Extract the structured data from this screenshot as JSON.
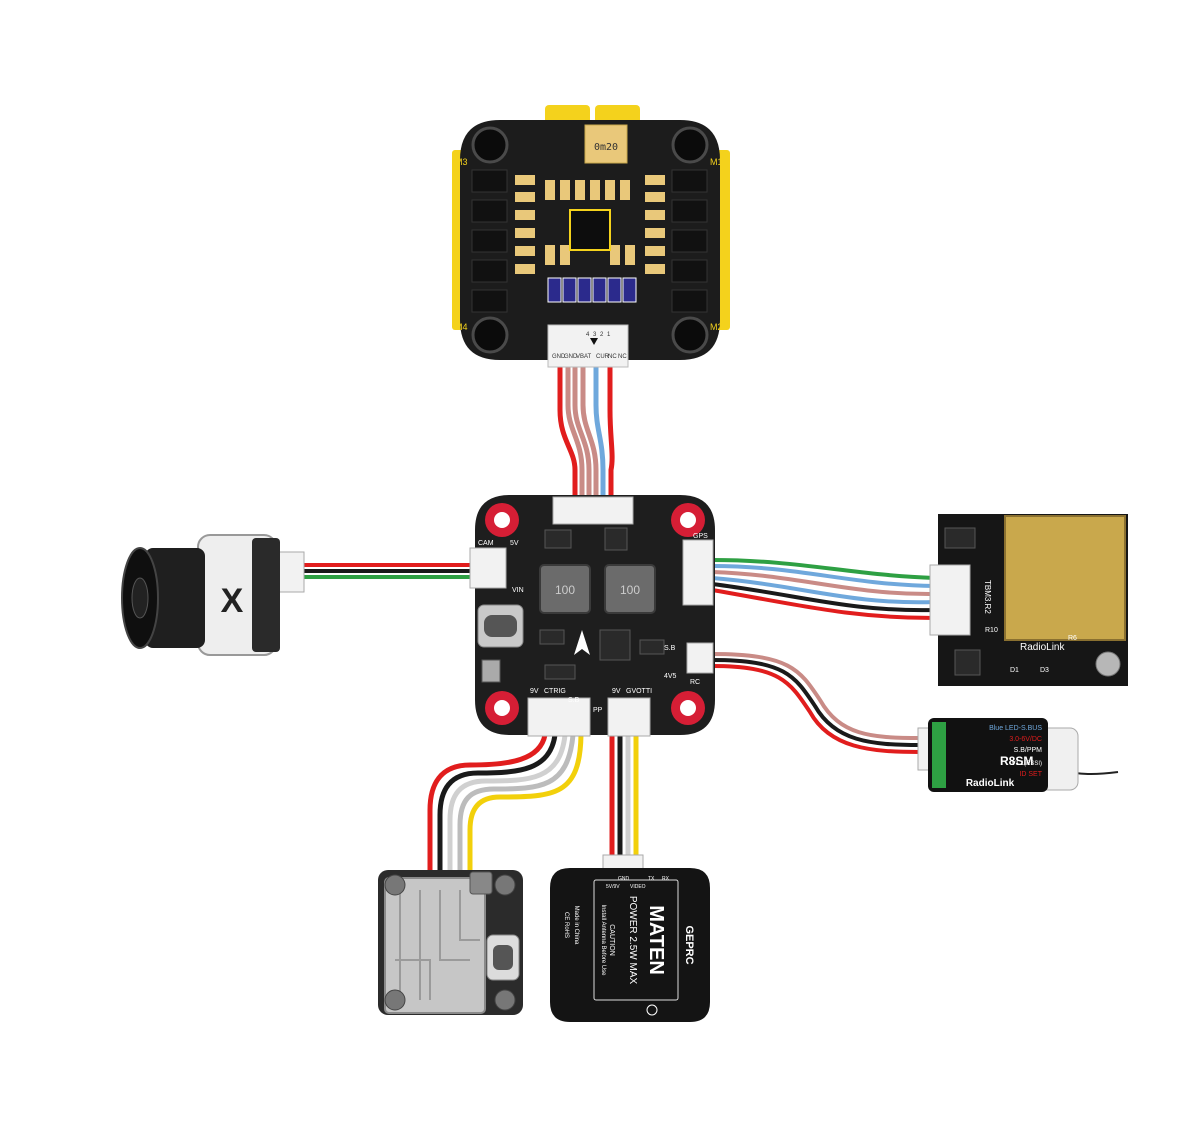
{
  "esc": {
    "motor_labels": [
      "M3",
      "M1",
      "M4",
      "M2"
    ],
    "connector_pins": [
      "GND",
      "GND",
      "VBAT",
      "CUR",
      "NC",
      "NC"
    ],
    "connector_nums": [
      "4",
      "3",
      "2",
      "1"
    ],
    "part_text": "0m20"
  },
  "fc": {
    "pad_labels": {
      "cam": "CAM",
      "v5": "5V",
      "vin": "VIN",
      "gps": "GPS",
      "sb": "S.B",
      "v45": "4V5",
      "rc": "RC",
      "v9": "9V",
      "trig": "CTRIG",
      "sb2": "S.B",
      "pp": "PP",
      "v9b": "9V",
      "gvotti": "GVOTTI"
    },
    "inductor_labels": [
      "100",
      "100"
    ]
  },
  "gps": {
    "brand": "RadioLink",
    "model": "TBM3.R2",
    "parts": [
      "D1",
      "D3",
      "R6",
      "R10"
    ]
  },
  "receiver": {
    "brand": "RadioLink",
    "model": "R8SM",
    "lines": [
      "Blue LED-S.BUS",
      "3.0-6V/DC",
      "S.B/PPM",
      "V1.1(RSSI)",
      "ID SET"
    ]
  },
  "vtx": {
    "brand": "GEPRC",
    "name": "MATEN",
    "power": "POWER 2.5W MAX",
    "caution": "CAUTION",
    "caution_note": "Install Antenna Before Use",
    "made_in": "Made in China",
    "certs": "CE  RoHS",
    "pins": [
      "GND",
      "5V/9V",
      "VIDEO",
      "TX",
      "RX"
    ]
  },
  "camera": {
    "logo": "X"
  },
  "colors": {
    "wire_red": "#e11d1d",
    "wire_black": "#1a1a1a",
    "wire_green": "#2ea043",
    "wire_blue": "#6fa8dc",
    "wire_pink": "#c98b86",
    "wire_yellow": "#f2d00b",
    "wire_white": "#e8e8e8",
    "pcb": "#1e1e1e",
    "fc_hole_red": "#d61e35",
    "gps_gold": "#c9a84c"
  }
}
